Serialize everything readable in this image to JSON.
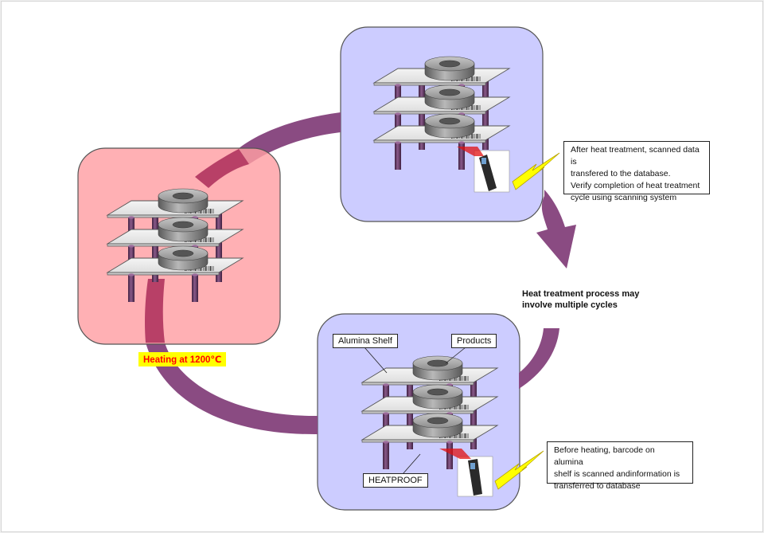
{
  "labels": {
    "heating": "Heating at 1200℃",
    "cycle_note": [
      "Heat treatment process may",
      "involve multiple cycles"
    ],
    "alumina_shelf": "Alumina Shelf",
    "products": "Products",
    "heatproof": "HEATPROOF"
  },
  "callouts": {
    "after_heating": [
      "After heat treatment, scanned data is",
      "transfered to the database.",
      "Verify completion of heat treatment",
      "cycle using scanning system"
    ],
    "before_heating": [
      "Before heating, barcode on alumina",
      "shelf is scanned andinformation is",
      "transferred to database"
    ]
  },
  "colors": {
    "heating_panel": "#ff9fa3",
    "process_panel": "#ccccff",
    "arrow": "#8a4b82",
    "post": "#6e3f6e",
    "ring": "#8a8a8a",
    "shelf": "#eeeeee",
    "heating_label_bg": "#ffff00",
    "heating_label_text": "#ff0000",
    "lightning": "#ffff00"
  }
}
